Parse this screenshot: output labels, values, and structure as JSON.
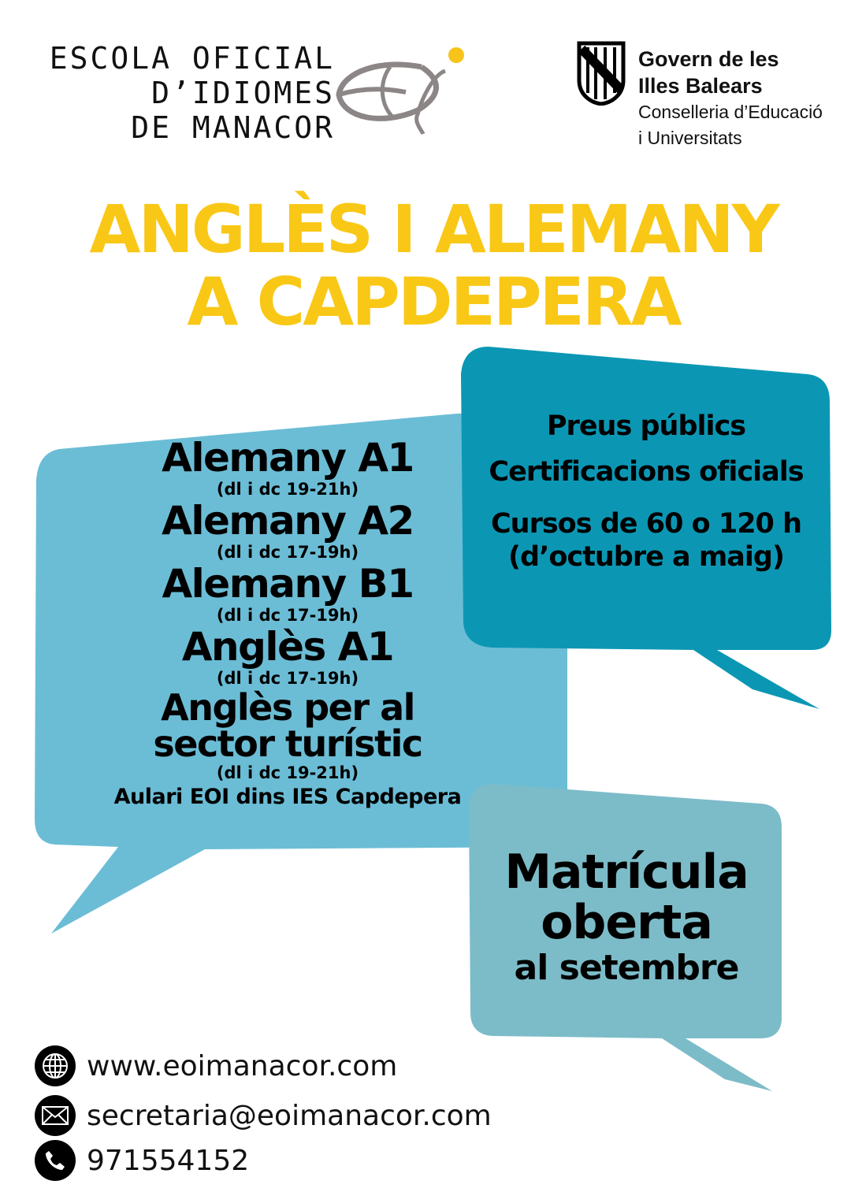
{
  "header": {
    "school_lines": [
      "ESCOLA OFICIAL",
      "D’IDIOMES",
      "DE MANACOR"
    ],
    "govern_lines": [
      "Govern de les",
      "Illes Balears"
    ],
    "conselleria_lines": [
      "Conselleria d’Educació",
      "i Universitats"
    ]
  },
  "title_lines": [
    "ANGLÈS I ALEMANY",
    "A CAPDEPERA"
  ],
  "courses": [
    {
      "name": "Alemany A1",
      "schedule": "(dl i dc 19-21h)"
    },
    {
      "name": "Alemany A2",
      "schedule": "(dl i dc 17-19h)"
    },
    {
      "name": "Alemany B1",
      "schedule": "(dl i dc 17-19h)"
    },
    {
      "name": "Anglès A1",
      "schedule": "(dl i dc 17-19h)"
    },
    {
      "name": "Anglès per al sector turístic",
      "schedule": "(dl i dc 19-21h)"
    }
  ],
  "location": "Aulari EOI dins IES Capdepera",
  "info": [
    "Preus públics",
    "Certificacions oficials",
    "Cursos de 60 o 120 h",
    "(d’octubre a maig)"
  ],
  "enrollment": [
    "Matrícula",
    "oberta",
    "al setembre"
  ],
  "contact": {
    "website": "www.eoimanacor.com",
    "email": "secretaria@eoimanacor.com",
    "phone": "971554152"
  },
  "colors": {
    "title": "#f9c816",
    "bubble_left": "#6bbdd5",
    "bubble_top": "#0b97b4",
    "bubble_bottom": "#7cbcc8"
  }
}
